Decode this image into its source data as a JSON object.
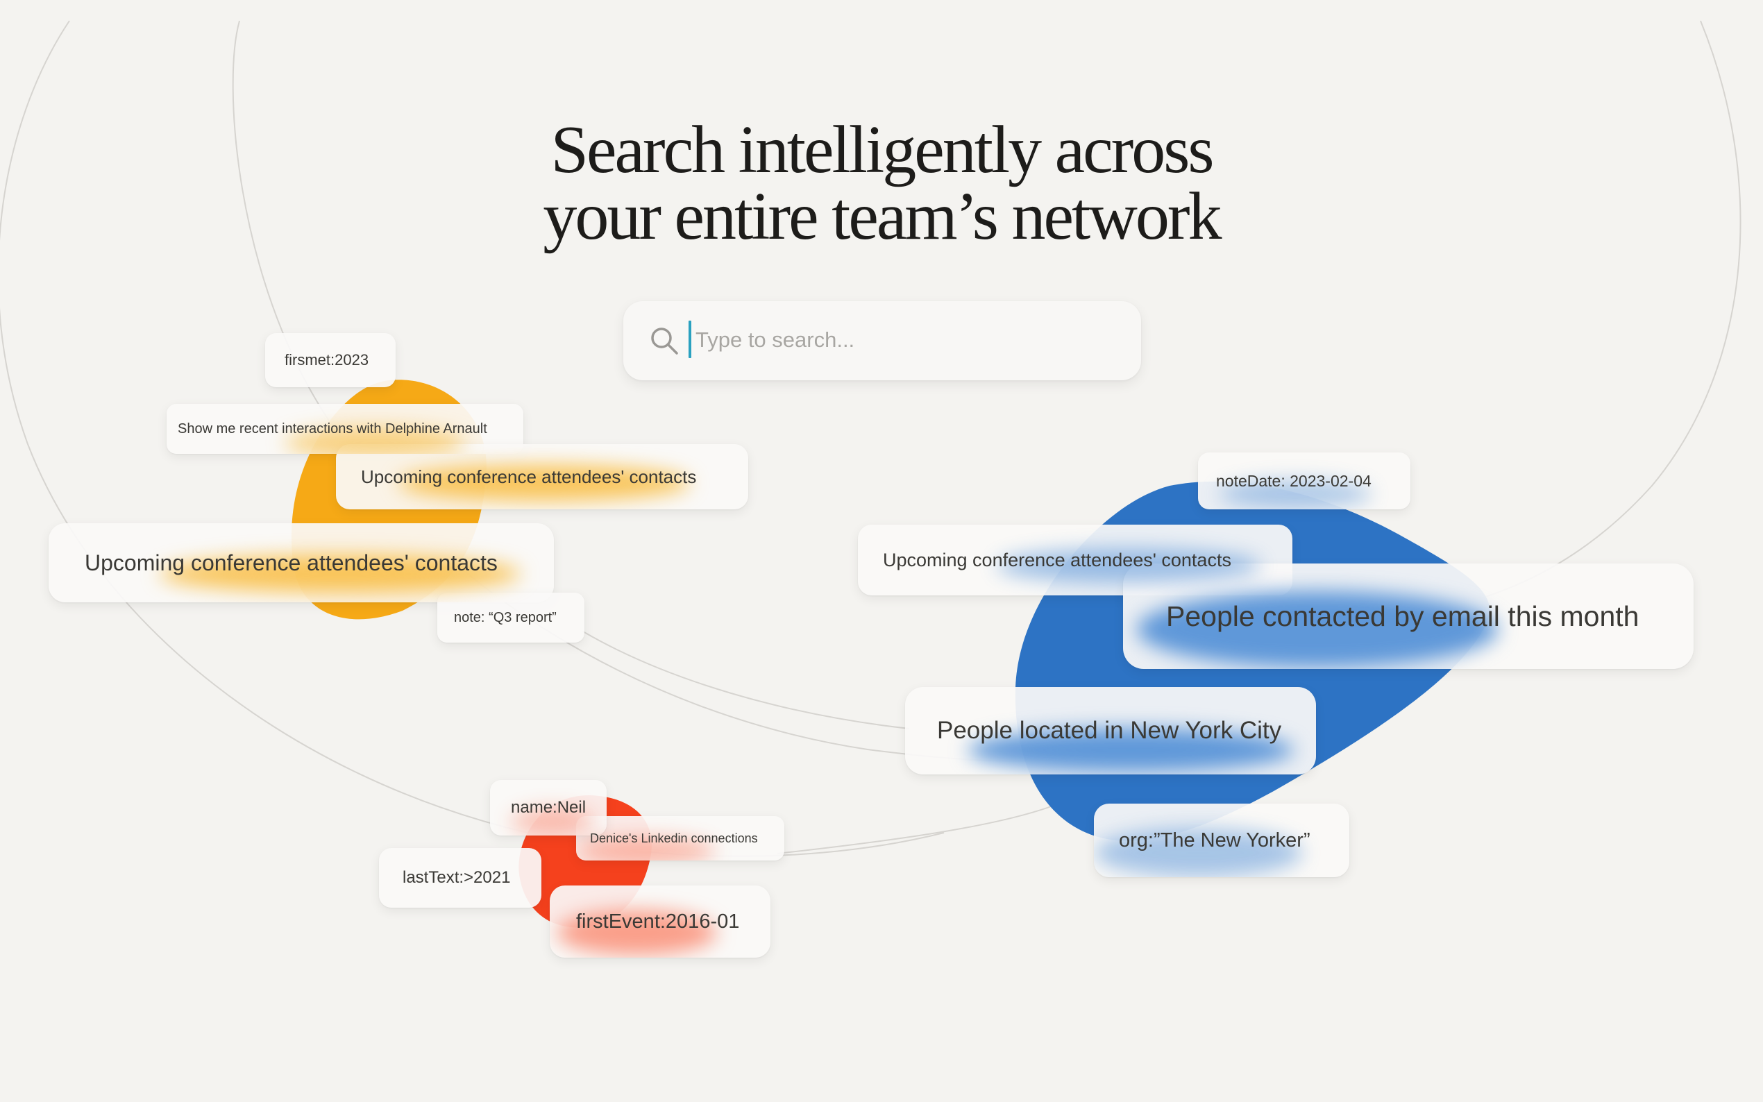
{
  "hero": {
    "title_line1": "Search intelligently across",
    "title_line2": "your entire team’s network"
  },
  "search": {
    "icon": "search-icon",
    "placeholder": "Type to search..."
  },
  "colors": {
    "background": "#f4f3f0",
    "orange_blob": "#f6a916",
    "blue_blob": "#2d73c4",
    "red_blob": "#f5411d",
    "caret": "#2aa1c0"
  },
  "chips": {
    "firstmet": "firsmet:2023",
    "delphine": "Show me recent interactions with Delphine Arnault",
    "conference_small": "Upcoming conference attendees' contacts",
    "conference_large": "Upcoming conference attendees' contacts",
    "note": "note: “Q3 report”",
    "notedate": "noteDate: 2023-02-04",
    "conference_blue": "Upcoming conference attendees' contacts",
    "email_month": "People contacted by email this month",
    "nyc": "People located in New York City",
    "org": "org:”The New Yorker”",
    "name": "name:Neil",
    "linkedin": "Denice's Linkedin connections",
    "lasttext": "lastText:>2021",
    "firstevent": "firstEvent:2016-01"
  }
}
